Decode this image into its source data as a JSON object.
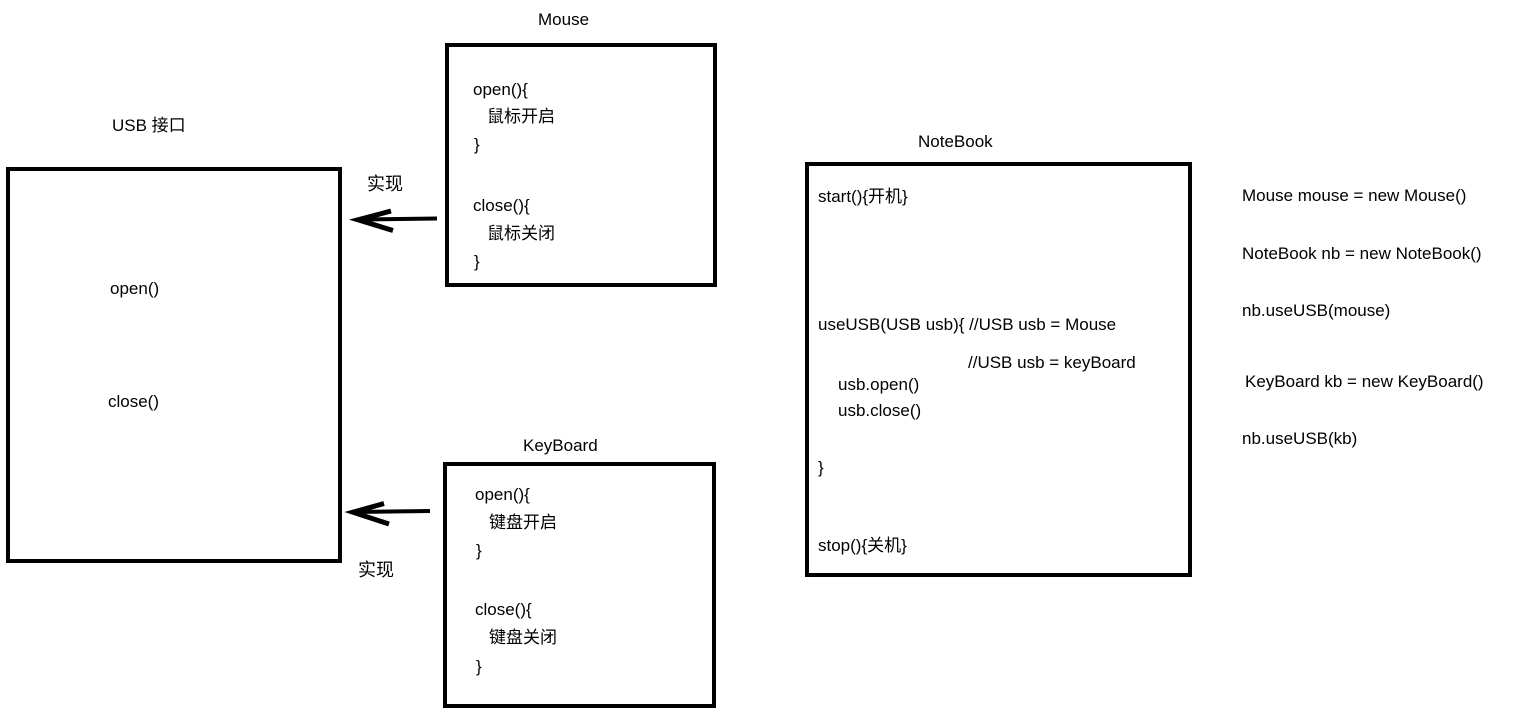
{
  "diagram": {
    "background_color": "#ffffff",
    "ink_color": "#000000",
    "usb_interface": {
      "title": "USB 接口",
      "method_open": "open()",
      "method_close": "close()"
    },
    "mouse": {
      "title": "Mouse",
      "lines": [
        "open(){",
        "鼠标开启",
        "}",
        "close(){",
        "鼠标关闭",
        "}"
      ]
    },
    "keyboard": {
      "title": "KeyBoard",
      "lines": [
        "open(){",
        "键盘开启",
        "}",
        "close(){",
        "键盘关闭",
        "}"
      ]
    },
    "notebook": {
      "title": "NoteBook",
      "start_line": "start(){开机}",
      "use_usb_line": "useUSB(USB usb){ //USB usb = Mouse",
      "comment_keyboard": "//USB usb = keyBoard",
      "usb_open_line": "usb.open()",
      "usb_close_line": "usb.close()",
      "closing_brace": "}",
      "stop_line": "stop(){关机}"
    },
    "relations": {
      "top_label": "实现",
      "bottom_label": "实现"
    },
    "code_snippet": {
      "lines": [
        "Mouse mouse = new Mouse()",
        "NoteBook nb = new NoteBook()",
        "nb.useUSB(mouse)",
        "KeyBoard kb = new KeyBoard()",
        "nb.useUSB(kb)"
      ]
    }
  }
}
